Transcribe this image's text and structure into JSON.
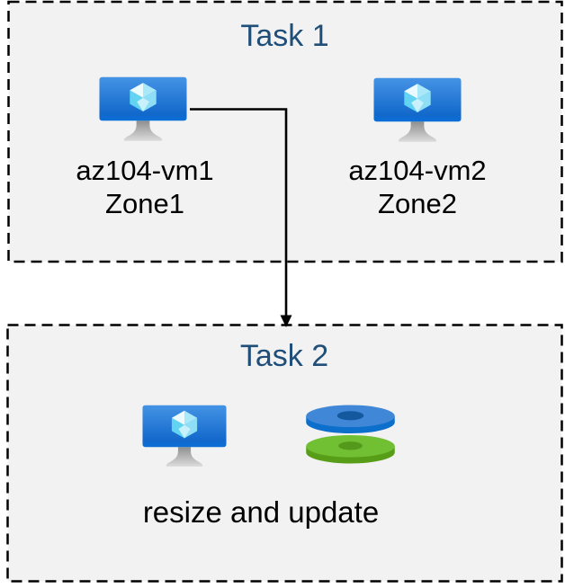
{
  "diagram": {
    "task1": {
      "title": "Task 1",
      "vm1": {
        "name": "az104-vm1",
        "zone": "Zone1"
      },
      "vm2": {
        "name": "az104-vm2",
        "zone": "Zone2"
      }
    },
    "task2": {
      "title": "Task 2",
      "caption": "resize and update"
    },
    "connector": {
      "from": "az104-vm1",
      "to": "Task 2",
      "style": "elbow-arrow-down"
    },
    "colors": {
      "page_background": "#ffffff",
      "box_fill": "#f2f2f2",
      "box_border": "#000000",
      "title_text": "#1f4e79",
      "body_text": "#000000",
      "arrow": "#000000",
      "vm_screen_top": "#4493e5",
      "vm_screen_bottom": "#0f6bd0",
      "cube_light": "#eafafe",
      "cube_cyan": "#8edff5",
      "stand_gray": "#a9a9a9",
      "disk_blue_face": "#4187d8",
      "disk_blue_rim": "#0d6fcc",
      "disk_blue_hole": "#14589e",
      "disk_green_face": "#71bf33",
      "disk_green_rim": "#579d17",
      "disk_green_hole": "#55991c"
    },
    "icons": {
      "vm": "azure-virtual-machine-icon",
      "disks": "azure-disks-icon"
    }
  }
}
